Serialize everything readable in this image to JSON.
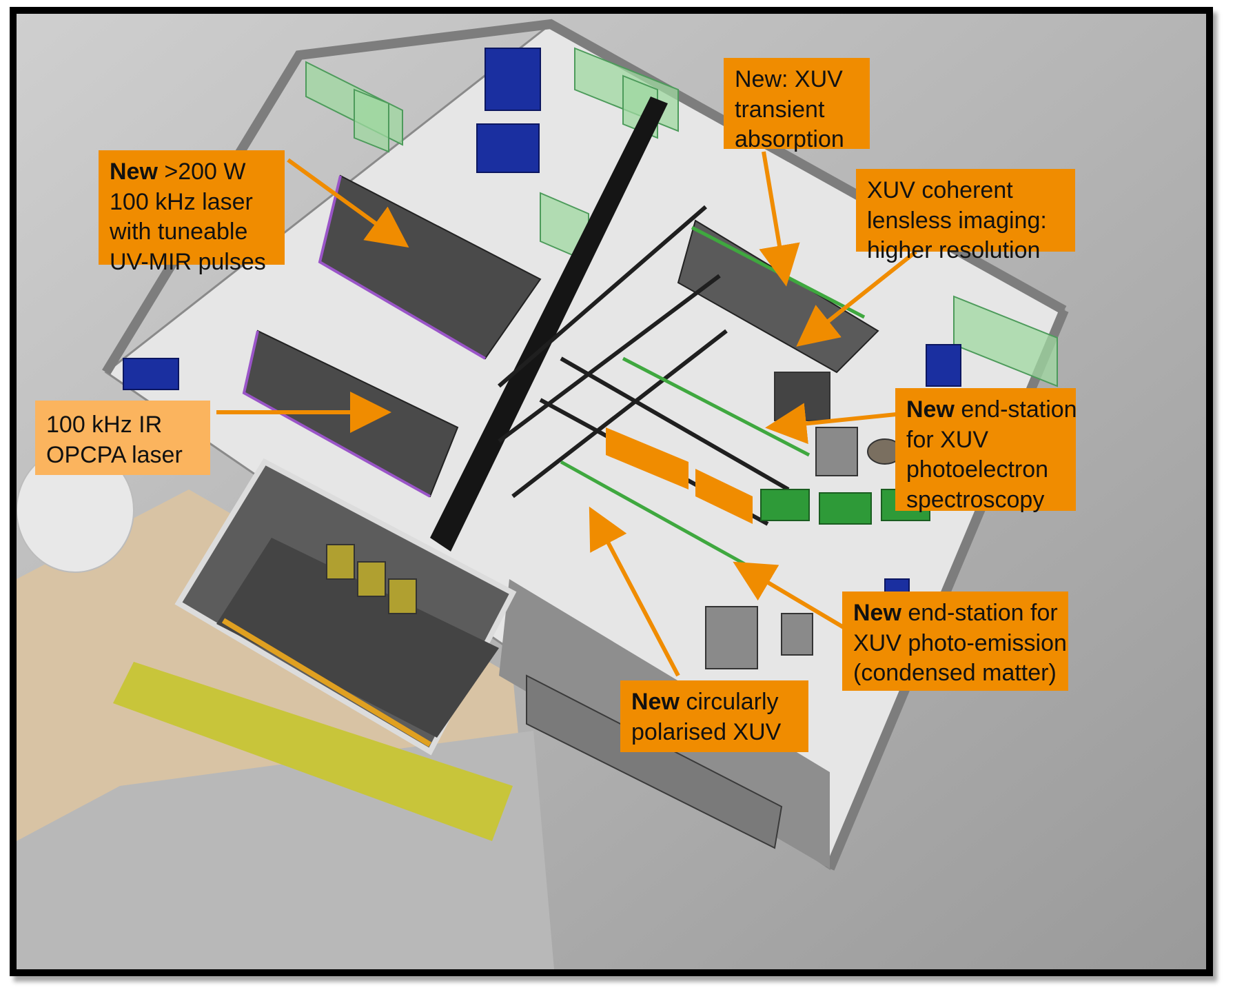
{
  "callouts": {
    "xuv_transient": {
      "lines": [
        "New: XUV",
        "transient",
        "absorption"
      ]
    },
    "laser_200w": {
      "bold": "New",
      "first_rest": " >200 W",
      "lines": [
        "100 kHz laser",
        "with tuneable",
        "UV-MIR pulses"
      ]
    },
    "lensless": {
      "lines": [
        "XUV coherent",
        "lensless imaging:",
        "higher resolution"
      ]
    },
    "opcpa": {
      "lines": [
        "100 kHz IR",
        "OPCPA laser"
      ]
    },
    "photoelectron": {
      "bold": "New",
      "first_rest": " end-station",
      "lines": [
        "for XUV",
        "photoelectron",
        "spectroscopy"
      ]
    },
    "photoemission": {
      "bold": "New",
      "first_rest": " end-station for",
      "lines": [
        "XUV photo-emission",
        "(condensed matter)"
      ]
    },
    "circular": {
      "bold": "New",
      "first_rest": " circularly",
      "lines": [
        "polarised XUV"
      ]
    }
  },
  "colors": {
    "callout_orange": "#f08c00",
    "callout_light": "#fbb45e",
    "arrow": "#f08c00",
    "floor": "#e3e3e3",
    "glass_green": "#9fd8a0",
    "cabinet_blue": "#1a2fa0",
    "table_dark": "#4a4a4a"
  }
}
